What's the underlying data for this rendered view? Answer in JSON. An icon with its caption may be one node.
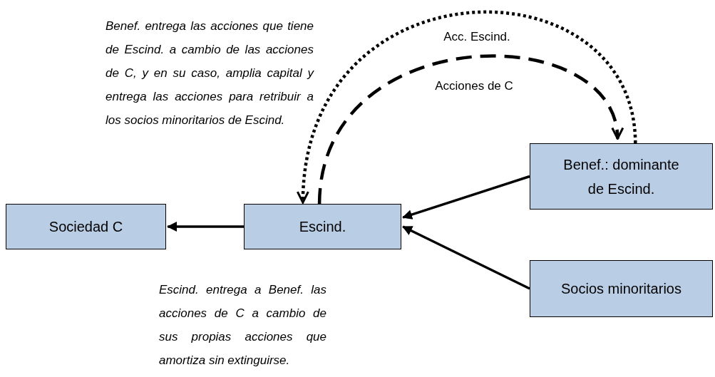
{
  "diagram": {
    "nodes": [
      {
        "text": [
          "Sociedad C"
        ]
      },
      {
        "text": [
          "Escind."
        ]
      },
      {
        "text": [
          "Benef.: dominante de Escind."
        ]
      },
      {
        "text": [
          "Socios minoritarios"
        ]
      }
    ],
    "edges": [
      {
        "from": 1,
        "to": 0,
        "arrow": "to"
      },
      {
        "from": 2,
        "to": 1,
        "arrow": "to"
      },
      {
        "from": 3,
        "to": 1,
        "arrow": "to"
      },
      {
        "from": 1,
        "to": 2,
        "arrow": "to",
        "style": "dashed",
        "label": "Acciones de C"
      },
      {
        "from": 2,
        "to": 1,
        "arrow": "to",
        "style": "dashed",
        "label": "Acc. Escind."
      }
    ],
    "labels": [
      "Benef. entrega las acciones que tiene de Escind. a cambio de las acciones de C, y en su caso, amplia capital y entrega las acciones para retribuir a los socios minoritarios de Escind.",
      "Escind. entrega a Benef. las acciones de C a cambio de sus propias acciones que amortiza sin extinguirse."
    ]
  }
}
